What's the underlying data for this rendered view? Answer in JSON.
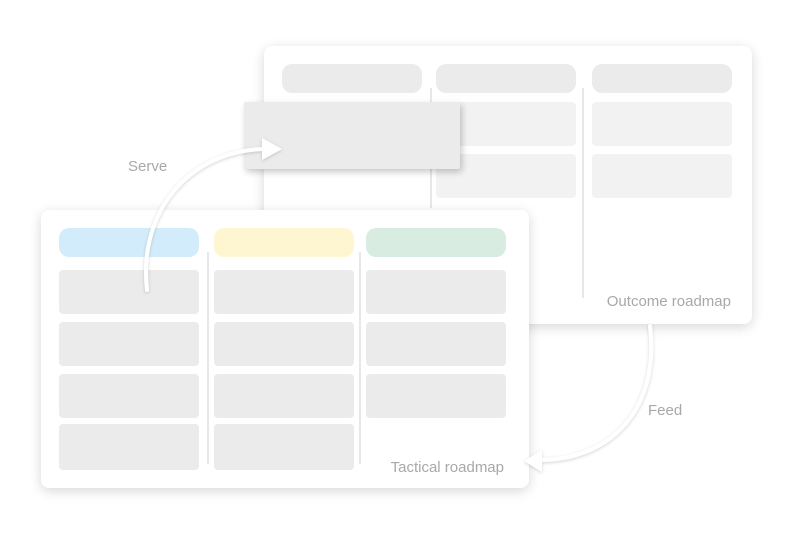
{
  "outcome_board": {
    "label": "Outcome roadmap"
  },
  "tactical_board": {
    "label": "Tactical roadmap",
    "column_colors": [
      "#d3ecfb",
      "#fdf6d0",
      "#d8ece1"
    ]
  },
  "flows": {
    "serve_label": "Serve",
    "feed_label": "Feed"
  }
}
